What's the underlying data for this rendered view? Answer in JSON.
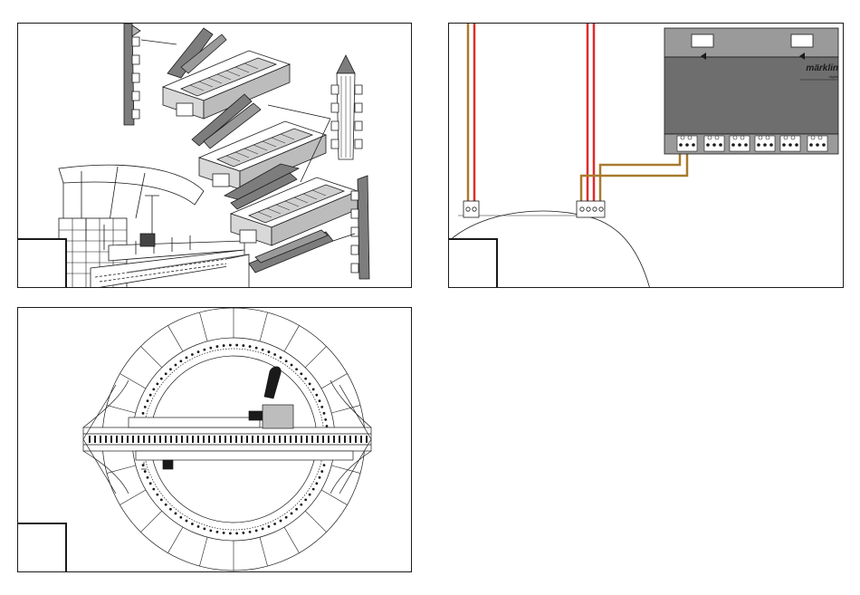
{
  "panels": [
    {
      "id": "assembly",
      "label": ""
    },
    {
      "id": "wiring",
      "label": ""
    },
    {
      "id": "turntable-plan",
      "label": ""
    }
  ],
  "decoder_brand": "märklin",
  "decoder_sub": "digital",
  "colors": {
    "wire_red": "#e02b2b",
    "wire_brown": "#a87a2e",
    "line": "#1a1a1a",
    "grey_fill": "#6e6e6e",
    "light_grey": "#cfcfcf",
    "mid_grey": "#9a9a9a"
  }
}
